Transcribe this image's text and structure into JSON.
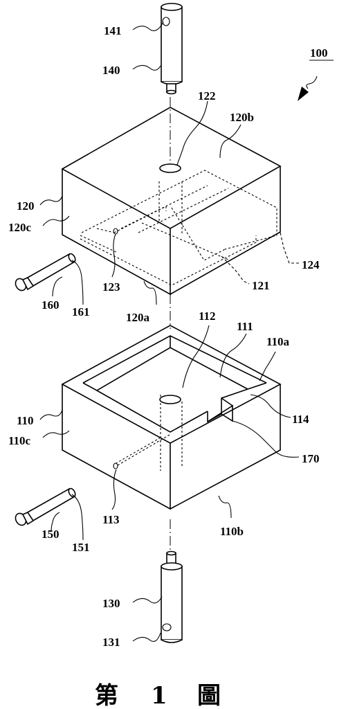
{
  "labels": {
    "l141": "141",
    "l140": "140",
    "l100": "100",
    "l122": "122",
    "l120b": "120b",
    "l120": "120",
    "l120c": "120c",
    "l124": "124",
    "l121": "121",
    "l123": "123",
    "l160": "160",
    "l161": "161",
    "l120a": "120a",
    "l112": "112",
    "l111": "111",
    "l110a": "110a",
    "l114": "114",
    "l110": "110",
    "l110c": "110c",
    "l170": "170",
    "l113": "113",
    "l110b": "110b",
    "l150": "150",
    "l151": "151",
    "l130": "130",
    "l131": "131"
  },
  "caption": {
    "c1": "第",
    "c2": "1",
    "c3": "圖"
  }
}
